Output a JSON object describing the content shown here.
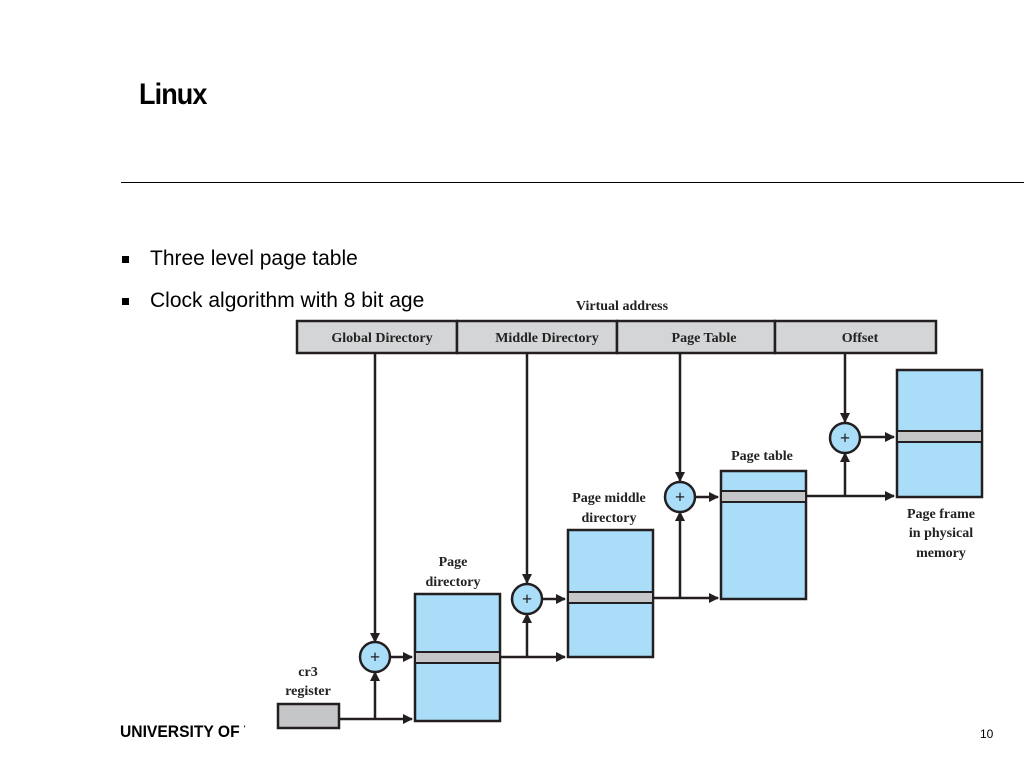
{
  "slide": {
    "title": "Linux",
    "bullets": [
      "Three level page table",
      "Clock algorithm with 8 bit age"
    ],
    "footer_brand": "UNIVERSITY OF T",
    "page_number": "10"
  },
  "diagram": {
    "virtual_address_label": "Virtual address",
    "fields": [
      "Global Directory",
      "Middle Directory",
      "Page Table",
      "Offset"
    ],
    "cr3_label": [
      "cr3",
      "register"
    ],
    "page_directory_label": [
      "Page",
      "directory"
    ],
    "page_middle_directory_label": [
      "Page middle",
      "directory"
    ],
    "page_table_label": "Page table",
    "page_frame_label": [
      "Page frame",
      "in physical",
      "memory"
    ],
    "adder_symbol": "+",
    "colors": {
      "field_fill": "#d4d5d7",
      "table_fill": "#a9ddf8",
      "entry_fill": "#c5c6c8",
      "adder_fill": "#a9ddf8",
      "line": "#231f20"
    }
  }
}
